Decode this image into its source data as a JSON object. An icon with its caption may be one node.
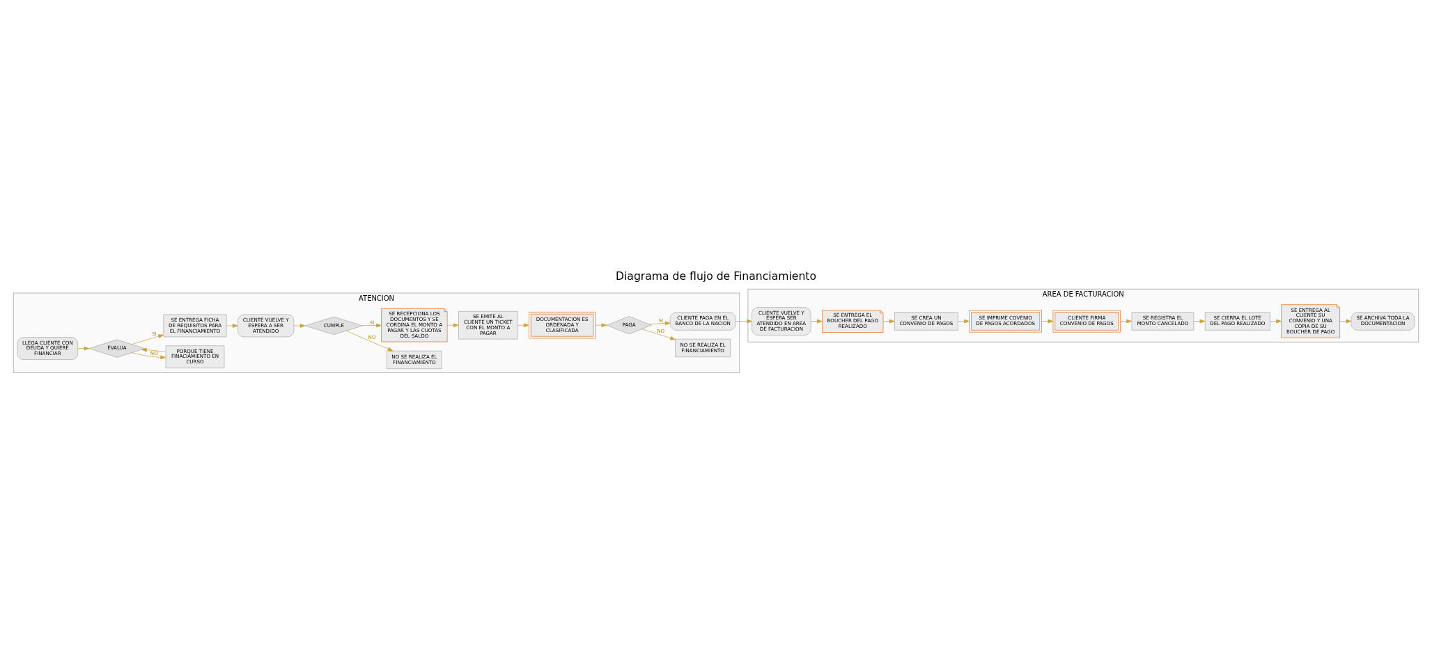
{
  "diagram": {
    "title": "Diagrama de flujo de Financiamiento",
    "nodes": [
      {
        "text": [
          "ATENCION"
        ]
      },
      {
        "text": [
          "AREA DE FACTURACION"
        ]
      },
      {
        "text": [
          "LLEGA CLIENTE CON DEUDA Y QUIERE FINANCIAR"
        ],
        "in": 0
      },
      {
        "text": [
          "EVALUA"
        ],
        "in": 0
      },
      {
        "text": [
          "PORQUE TIENE FINACIAMIENTO EN CURSO"
        ],
        "in": 0
      },
      {
        "text": [
          "SE ENTREGA FICHA DE REQUISITOS PARA EL FINANCIAMIENTO"
        ],
        "in": 0
      },
      {
        "text": [
          "CLIENTE VUELVE Y ESPERA A SER ATENDIDO"
        ],
        "in": 0
      },
      {
        "text": [
          "CUMPLE"
        ],
        "in": 0
      },
      {
        "text": [
          "NO SE REALIZA EL FINANCIAMIENTO"
        ],
        "in": 0
      },
      {
        "text": [
          "SE RECEPCIONA LOS DOCUMENTOS Y SE CORDINA EL MONTO A PAGAR Y LAS CUOTAS DEL SALDO"
        ],
        "in": 0
      },
      {
        "text": [
          "SE EMITE AL CLIENTE UN TICKET CON EL MONTO A PAGAR"
        ],
        "in": 0
      },
      {
        "text": [
          "DOCUMENTACION ES ORDENADA Y CLASIFICADA"
        ],
        "in": 0
      },
      {
        "text": [
          "PAGA"
        ],
        "in": 0
      },
      {
        "text": [
          "NO SE REALIZA EL FINANCIAMIENTO"
        ],
        "in": 0
      },
      {
        "text": [
          "CLIENTE PAGA EN EL BANCO DE LA NACION"
        ],
        "in": 0
      },
      {
        "text": [
          "CLIENTE VUELVE Y ESPERA SER ATENDIDO EN AREA DE FACTURACION"
        ],
        "in": 1
      },
      {
        "text": [
          "SE ENTREGA EL BOUCHER DEL PAGO REALIZADO"
        ],
        "in": 1
      },
      {
        "text": [
          "SE CREA UN CONVENIO DE PAGOS"
        ],
        "in": 1
      },
      {
        "text": [
          "SE IMPRIME COVENIO DE PAGOS ACORDADOS"
        ],
        "in": 1
      },
      {
        "text": [
          "CLIENTE FIRMA CONVENIO DE PAGOS"
        ],
        "in": 1
      },
      {
        "text": [
          "SE REGISTRA EL MONTO CANCELADO"
        ],
        "in": 1
      },
      {
        "text": [
          "SE CIERRA EL LOTE DEL PAGO REALIZADO"
        ],
        "in": 1
      },
      {
        "text": [
          "SE ENTREGA AL CLIENTE SU CONVENIO Y UNA COPIA DE SU BOUCHER DE PAGO"
        ],
        "in": 1
      },
      {
        "text": [
          "SE ARCHIVA TODA LA DOCUMENTACION"
        ],
        "in": 1
      }
    ],
    "edges": [
      {
        "from": 2,
        "to": 3,
        "arrow": "to"
      },
      {
        "from": 3,
        "to": 5,
        "arrow": "to",
        "label": "SI"
      },
      {
        "from": 3,
        "to": 4,
        "arrow": "to",
        "label": "NO"
      },
      {
        "from": 4,
        "to": 3,
        "arrow": "to"
      },
      {
        "from": 5,
        "to": 6,
        "arrow": "to"
      },
      {
        "from": 6,
        "to": 7,
        "arrow": "to"
      },
      {
        "from": 7,
        "to": 9,
        "arrow": "to",
        "label": "SI"
      },
      {
        "from": 7,
        "to": 8,
        "arrow": "to",
        "label": "NO"
      },
      {
        "from": 9,
        "to": 10,
        "arrow": "to"
      },
      {
        "from": 10,
        "to": 11,
        "arrow": "to"
      },
      {
        "from": 11,
        "to": 12,
        "arrow": "to"
      },
      {
        "from": 12,
        "to": 14,
        "arrow": "to",
        "label": "SI"
      },
      {
        "from": 12,
        "to": 13,
        "arrow": "to",
        "label": "NO"
      },
      {
        "from": 14,
        "to": 15,
        "arrow": "to"
      },
      {
        "from": 15,
        "to": 16,
        "arrow": "to"
      },
      {
        "from": 16,
        "to": 17,
        "arrow": "to"
      },
      {
        "from": 17,
        "to": 18,
        "arrow": "to"
      },
      {
        "from": 18,
        "to": 19,
        "arrow": "to"
      },
      {
        "from": 19,
        "to": 20,
        "arrow": "to"
      },
      {
        "from": 20,
        "to": 21,
        "arrow": "to"
      },
      {
        "from": 21,
        "to": 22,
        "arrow": "to"
      },
      {
        "from": 22,
        "to": 23,
        "arrow": "to"
      }
    ]
  }
}
